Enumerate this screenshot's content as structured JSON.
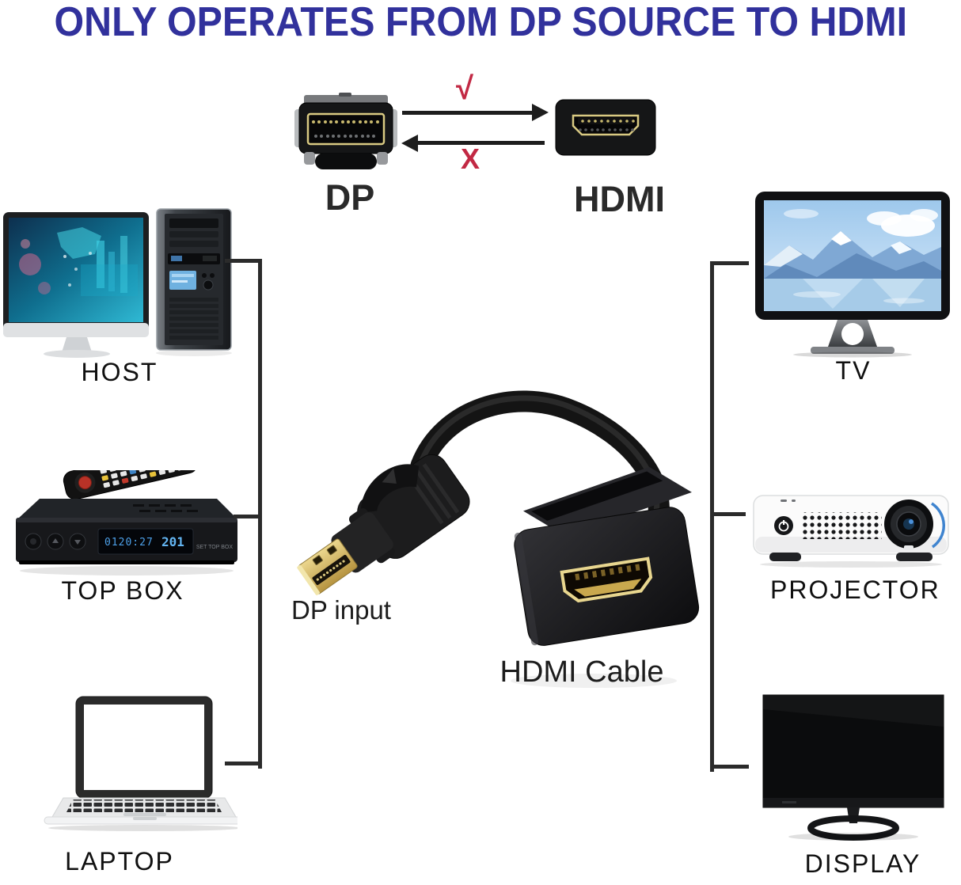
{
  "title": "ONLY OPERATES FROM DP SOURCE TO HDMI",
  "colors": {
    "title_blue": "#31319c",
    "mark_red": "#c22944",
    "bracket_dark": "#2b2b2b"
  },
  "flow": {
    "source_label": "DP",
    "target_label": "HDMI",
    "allowed_mark": "√",
    "blocked_mark": "X"
  },
  "sources": [
    {
      "label": "HOST",
      "icon": "desktop-computer"
    },
    {
      "label": "TOP BOX",
      "icon": "set-top-box"
    },
    {
      "label": "LAPTOP",
      "icon": "laptop"
    }
  ],
  "displays": [
    {
      "label": "TV",
      "icon": "tv-monitor"
    },
    {
      "label": "PROJECTOR",
      "icon": "projector"
    },
    {
      "label": "DISPLAY",
      "icon": "desktop-display"
    }
  ],
  "adapter": {
    "input_label": "DP input",
    "output_label": "HDMI Cable"
  },
  "set_top_box": {
    "display_time": "0120:27",
    "display_channel": "201",
    "panel_text": "SET TOP BOX"
  }
}
